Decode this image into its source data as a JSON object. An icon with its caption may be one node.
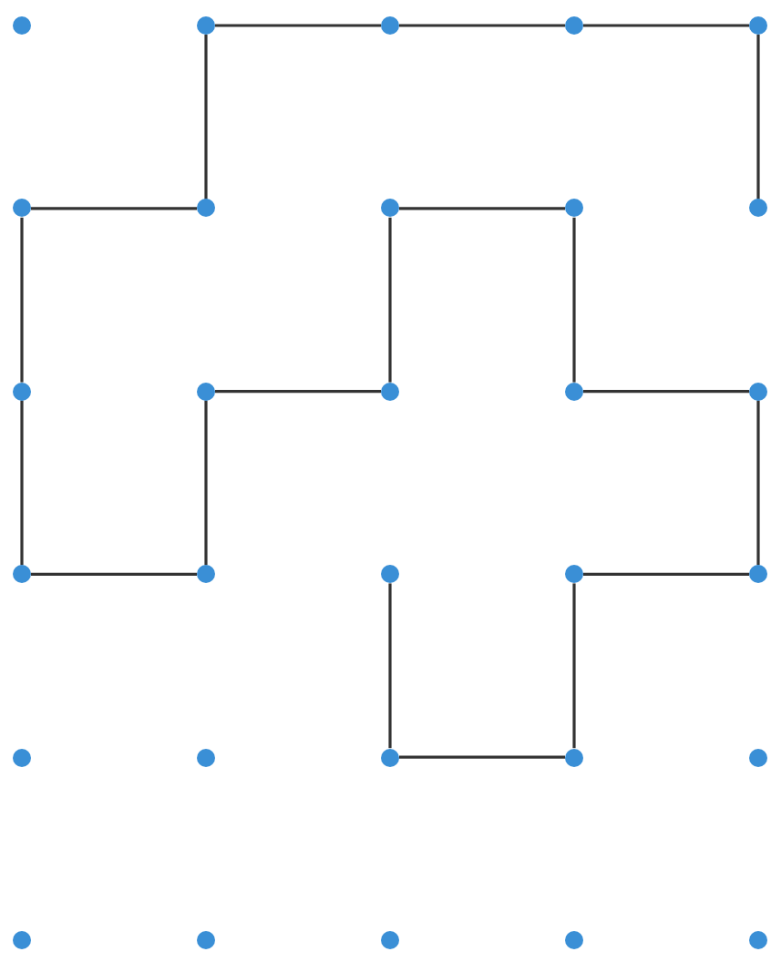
{
  "diagram": {
    "nodes": [
      {
        "text": [],
        "shape": "circle"
      },
      {
        "text": [],
        "shape": "circle"
      },
      {
        "text": [],
        "shape": "circle"
      },
      {
        "text": [],
        "shape": "circle"
      },
      {
        "text": [],
        "shape": "circle"
      },
      {
        "text": [],
        "shape": "circle"
      },
      {
        "text": [],
        "shape": "circle"
      },
      {
        "text": [],
        "shape": "circle"
      },
      {
        "text": [],
        "shape": "circle"
      },
      {
        "text": [],
        "shape": "circle"
      },
      {
        "text": [],
        "shape": "circle"
      },
      {
        "text": [],
        "shape": "circle"
      },
      {
        "text": [],
        "shape": "circle"
      },
      {
        "text": [],
        "shape": "circle"
      },
      {
        "text": [],
        "shape": "circle"
      },
      {
        "text": [],
        "shape": "circle"
      },
      {
        "text": [],
        "shape": "circle"
      },
      {
        "text": [],
        "shape": "circle"
      },
      {
        "text": [],
        "shape": "circle"
      },
      {
        "text": [],
        "shape": "circle"
      },
      {
        "text": [],
        "shape": "circle"
      },
      {
        "text": [],
        "shape": "circle"
      },
      {
        "text": [],
        "shape": "circle"
      },
      {
        "text": [],
        "shape": "circle"
      },
      {
        "text": [],
        "shape": "circle"
      },
      {
        "text": [],
        "shape": "circle"
      },
      {
        "text": [],
        "shape": "circle"
      },
      {
        "text": [],
        "shape": "circle"
      },
      {
        "text": [],
        "shape": "circle"
      },
      {
        "text": [],
        "shape": "circle"
      }
    ],
    "edges": [
      {
        "from": 9,
        "to": 4,
        "arrow": "none"
      },
      {
        "from": 4,
        "to": 3,
        "arrow": "none"
      },
      {
        "from": 3,
        "to": 2,
        "arrow": "none"
      },
      {
        "from": 2,
        "to": 1,
        "arrow": "none"
      },
      {
        "from": 1,
        "to": 6,
        "arrow": "none"
      },
      {
        "from": 6,
        "to": 5,
        "arrow": "none"
      },
      {
        "from": 5,
        "to": 10,
        "arrow": "none"
      },
      {
        "from": 10,
        "to": 15,
        "arrow": "none"
      },
      {
        "from": 15,
        "to": 16,
        "arrow": "none"
      },
      {
        "from": 16,
        "to": 11,
        "arrow": "none"
      },
      {
        "from": 11,
        "to": 12,
        "arrow": "none"
      },
      {
        "from": 12,
        "to": 7,
        "arrow": "none"
      },
      {
        "from": 7,
        "to": 8,
        "arrow": "none"
      },
      {
        "from": 8,
        "to": 13,
        "arrow": "none"
      },
      {
        "from": 13,
        "to": 14,
        "arrow": "none"
      },
      {
        "from": 14,
        "to": 19,
        "arrow": "none"
      },
      {
        "from": 19,
        "to": 18,
        "arrow": "none"
      },
      {
        "from": 18,
        "to": 23,
        "arrow": "none"
      },
      {
        "from": 23,
        "to": 22,
        "arrow": "none"
      },
      {
        "from": 22,
        "to": 17,
        "arrow": "none"
      }
    ]
  }
}
